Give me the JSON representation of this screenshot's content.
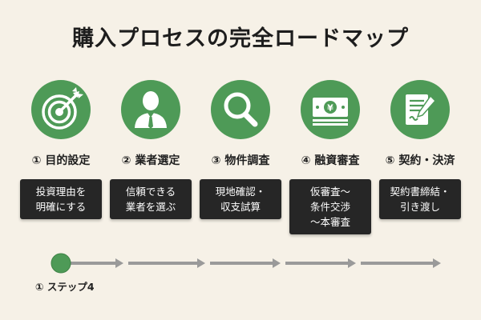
{
  "title": "購入プロセスの完全ロードマップ",
  "colors": {
    "accent": "#4e9a57",
    "box": "#262626",
    "background": "#f6f1e7",
    "track": "#9a9a9a"
  },
  "steps": [
    {
      "label": "① 目的設定",
      "icon": "target-icon",
      "desc": [
        "投資理由を",
        "明確にする"
      ]
    },
    {
      "label": "② 業者選定",
      "icon": "person-icon",
      "desc": [
        "信頼できる",
        "業者を選ぶ"
      ]
    },
    {
      "label": "③ 物件調査",
      "icon": "magnifier-icon",
      "desc": [
        "現地確認・",
        "収支試算"
      ]
    },
    {
      "label": "④ 融資審査",
      "icon": "yen-banknote-icon",
      "desc": [
        "仮審査〜",
        "条件交渉",
        "〜本審査"
      ]
    },
    {
      "label": "⑤ 契約・決済",
      "icon": "contract-pen-icon",
      "desc": [
        "契約書締結・",
        "引き渡し"
      ]
    }
  ],
  "progress": {
    "label": "① ステップ4",
    "segments": 5,
    "active_segment": 1
  }
}
